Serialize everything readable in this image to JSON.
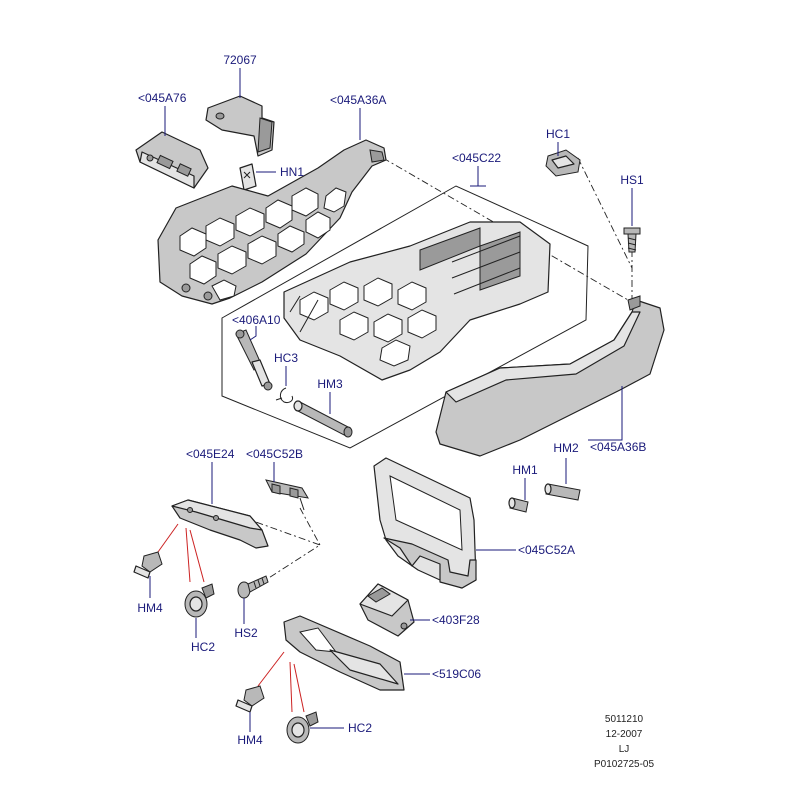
{
  "callouts": {
    "c72067": "72067",
    "c045A76": "<045A76",
    "c045A36A": "<045A36A",
    "cHC1": "HC1",
    "cHN1": "HN1",
    "c045C22": "<045C22",
    "cHS1": "HS1",
    "c406A10": "<406A10",
    "cHC3": "HC3",
    "cHM3": "HM3",
    "c045A36B": "<045A36B",
    "cHM2": "HM2",
    "cHM1": "HM1",
    "c045E24": "<045E24",
    "c045C52B": "<045C52B",
    "c045C52A": "<045C52A",
    "cHM4a": "HM4",
    "cHC2a": "HC2",
    "cHS2": "HS2",
    "c403F28": "<403F28",
    "c519C06": "<519C06",
    "cHM4b": "HM4",
    "cHC2b": "HC2"
  },
  "meta": {
    "number": "5011210",
    "date": "12-2007",
    "initials": "LJ",
    "ref": "P0102725-05"
  },
  "colors": {
    "callout_text": "#1a1a7a",
    "leader_red": "#cc2222",
    "part_fill": "#c8c8c8"
  }
}
